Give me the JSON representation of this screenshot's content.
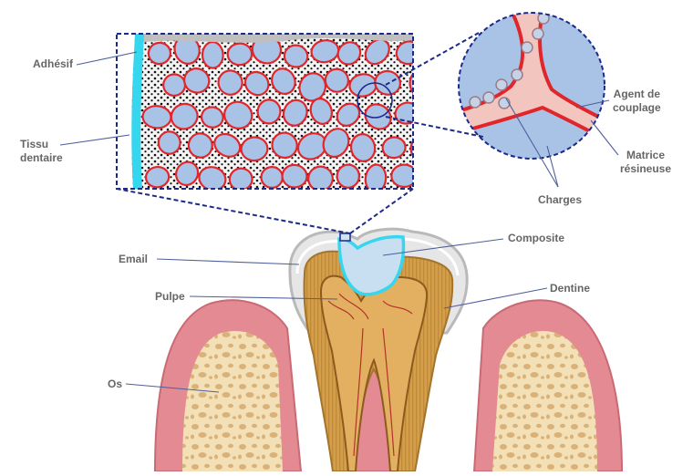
{
  "labels": {
    "adhesif": "Adhésif",
    "tissu": "Tissu\ndentaire",
    "agent": "Agent de\ncouplage",
    "matrice": "Matrice\nrésineuse",
    "charges": "Charges",
    "email": "Email",
    "composite": "Composite",
    "pulpe": "Pulpe",
    "dentine": "Dentine",
    "os": "Os"
  },
  "colors": {
    "filler": "#a9c3e6",
    "filler_outline": "#e0262b",
    "adhesive": "#35d6ee",
    "frame": "#1d2a8a",
    "gum": "#e48a92",
    "bone": "#f3e0b6",
    "dentin": "#cf9a45",
    "pulp": "#e2b060",
    "enamel": "#e6e6e6",
    "composite": "#c8dff2",
    "label": "#666666"
  }
}
